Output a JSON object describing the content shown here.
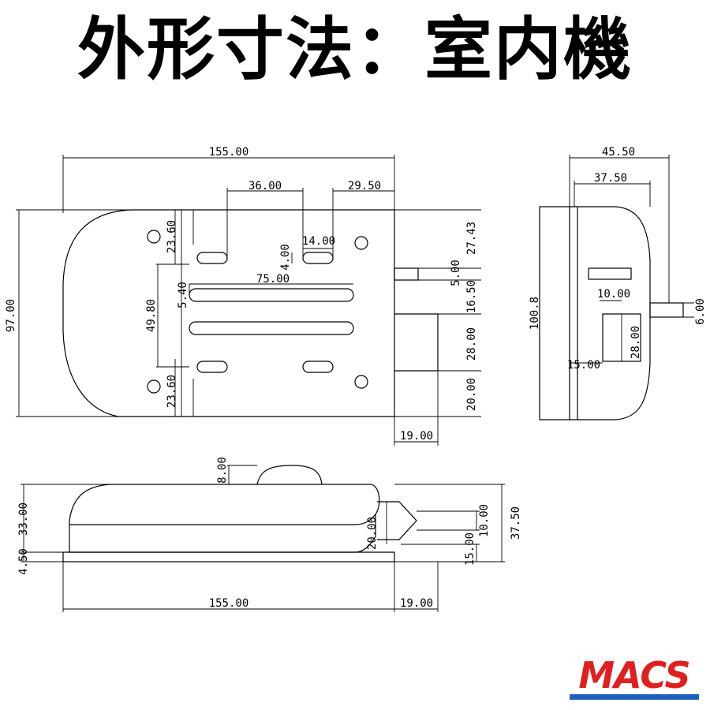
{
  "title": "外形寸法：室内機",
  "logo": {
    "text": "MACS",
    "color": "#e02020",
    "stripe_color": "#2060c0"
  },
  "top_view": {
    "d_width_total": "155.00",
    "d_hole_spacing": "36.00",
    "d_right_offset": "29.50",
    "d_slot_width": "14.00",
    "d_slot_height": "4.00",
    "d_top_hole": "27.43",
    "d_hole_left_top": "23.60",
    "d_hole_left_bottom": "23.60",
    "d_height_total": "97.00",
    "d_slot_long": "75.00",
    "d_slot_thickness": "5.40",
    "d_inner_height": "49.80",
    "d_pipe": "5.00",
    "d_pipe_offset": "16.50",
    "d_block": "28.00",
    "d_bottom": "20.00",
    "d_protrusion": "19.00"
  },
  "side_view": {
    "d_depth_total": "45.50",
    "d_depth_body": "37.50",
    "d_height": "100.8",
    "d_pipe": "6.00",
    "d_conn_width": "10.00",
    "d_conn_height": "28.00",
    "d_conn_offset": "15.00"
  },
  "front_view": {
    "d_knob": "8.00",
    "d_height": "33.00",
    "d_base": "4.50",
    "d_length": "155.00",
    "d_protrusion": "19.00",
    "d_tip": "10.00",
    "d_total_height": "37.50",
    "d_conn": "20.00",
    "d_conn_low": "15.00"
  }
}
